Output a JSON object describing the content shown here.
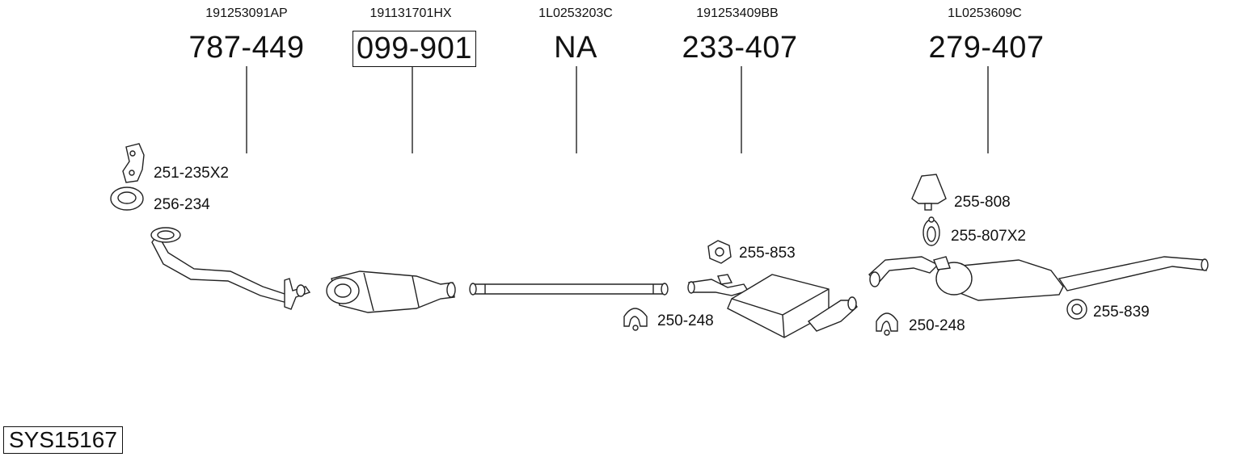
{
  "parts": [
    {
      "oem": "191253091AP",
      "number": "787-449",
      "boxed": false
    },
    {
      "oem": "191131701HX",
      "number": "099-901",
      "boxed": true
    },
    {
      "oem": "1L0253203C",
      "number": "NA",
      "boxed": false
    },
    {
      "oem": "191253409BB",
      "number": "233-407",
      "boxed": false
    },
    {
      "oem": "1L0253609C",
      "number": "279-407",
      "boxed": false
    }
  ],
  "accessories": [
    {
      "label": "251-235X2"
    },
    {
      "label": "256-234"
    },
    {
      "label": "255-853"
    },
    {
      "label": "250-248"
    },
    {
      "label": "255-808"
    },
    {
      "label": "255-807X2"
    },
    {
      "label": "250-248"
    },
    {
      "label": "255-839"
    }
  ],
  "system_code": "SYS15167"
}
